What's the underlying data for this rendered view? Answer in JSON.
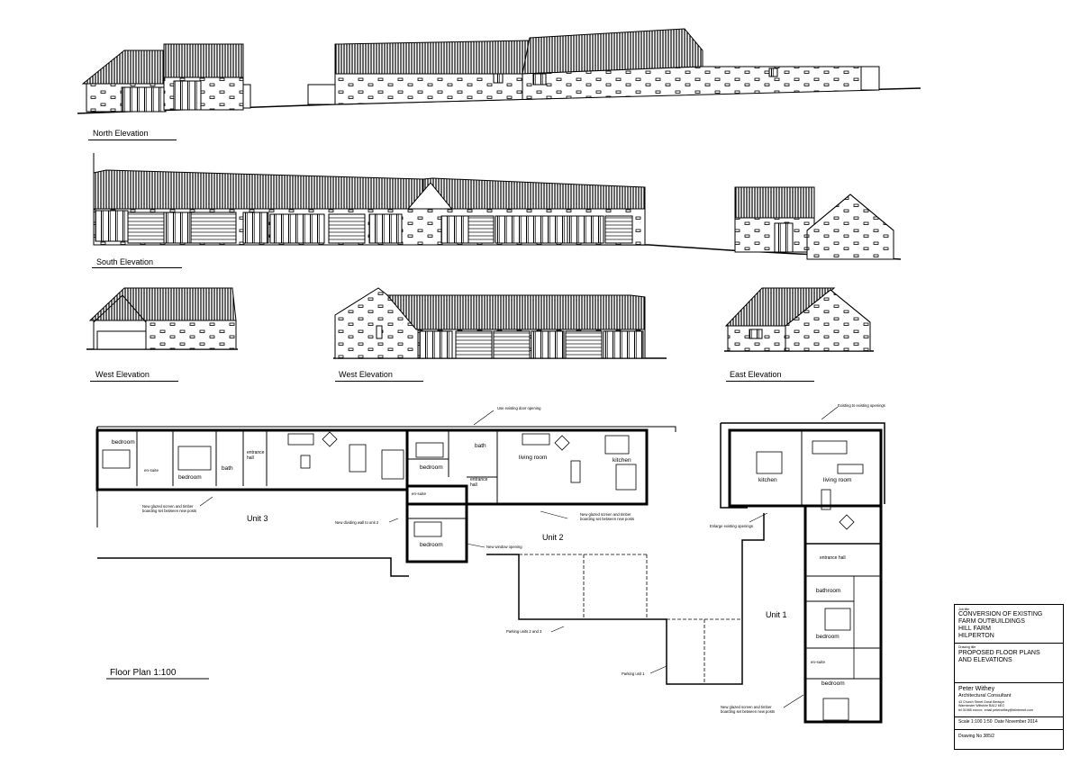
{
  "elevations": {
    "north": "North Elevation",
    "south": "South Elevation",
    "west_a": "West Elevation",
    "west_b": "West Elevation",
    "east": "East Elevation"
  },
  "floor_plan_label": "Floor Plan 1:100",
  "units": {
    "unit1": "Unit 1",
    "unit2": "Unit 2",
    "unit3": "Unit 3"
  },
  "rooms": {
    "u3_bedroom_a": "bedroom",
    "u3_bedroom_b": "bedroom",
    "u3_ensuite": "en-suite",
    "u3_bath": "bath",
    "u3_hall": "entrance\nhall",
    "u2_bedroom_a": "bedroom",
    "u2_bedroom_b": "bedroom",
    "u2_ensuite": "en-suite",
    "u2_bath": "bath",
    "u2_hall": "entrance\nhall",
    "u2_living": "living room",
    "u2_kitchen": "kitchen",
    "u1_kitchen": "kitchen",
    "u1_living": "living room",
    "u1_hall": "entrance hall",
    "u1_bathroom": "bathroom",
    "u1_bedroom_a": "bedroom",
    "u1_ensuite": "en-suite",
    "u1_bedroom_b": "bedroom"
  },
  "notes": {
    "glazed_u3": "New glazed screen and timber\nboarding set between new posts",
    "wall_u3": "New dividing wall to unit 2",
    "window_u2": "New window opening",
    "glazed_u2": "New glazed screen and timber\nboarding set between new posts",
    "existing_door": "Use existing door opening",
    "existing_openings": "Existing to existing openings",
    "enlarge_openings": "Enlarge existing openings",
    "parking_23": "Parking units 2 and 3",
    "parking_1": "Parking unit 1",
    "glazed_u1": "New glazed screen and timber\nboarding set between new posts"
  },
  "titleblock": {
    "job_caption": "Job title",
    "job_title": "CONVERSION OF EXISTING\nFARM OUTBUILDINGS\nHILL FARM\nHILPERTON",
    "drawing_caption": "Drawing title",
    "drawing_title": "PROPOSED FLOOR PLANS\nAND ELEVATIONS",
    "author": "Peter Withey",
    "role": "Architectural Consultant",
    "address": "43 Church Street Great Bedwyn\nWarminster Wiltshire BA12 6EG\ntel 01985 xxxxxx  email peterwithey@btinternet.com",
    "scale_date": "Scale 1:100 1:50  Date November 2014",
    "drawing_no": "Drawing No 385/2"
  }
}
